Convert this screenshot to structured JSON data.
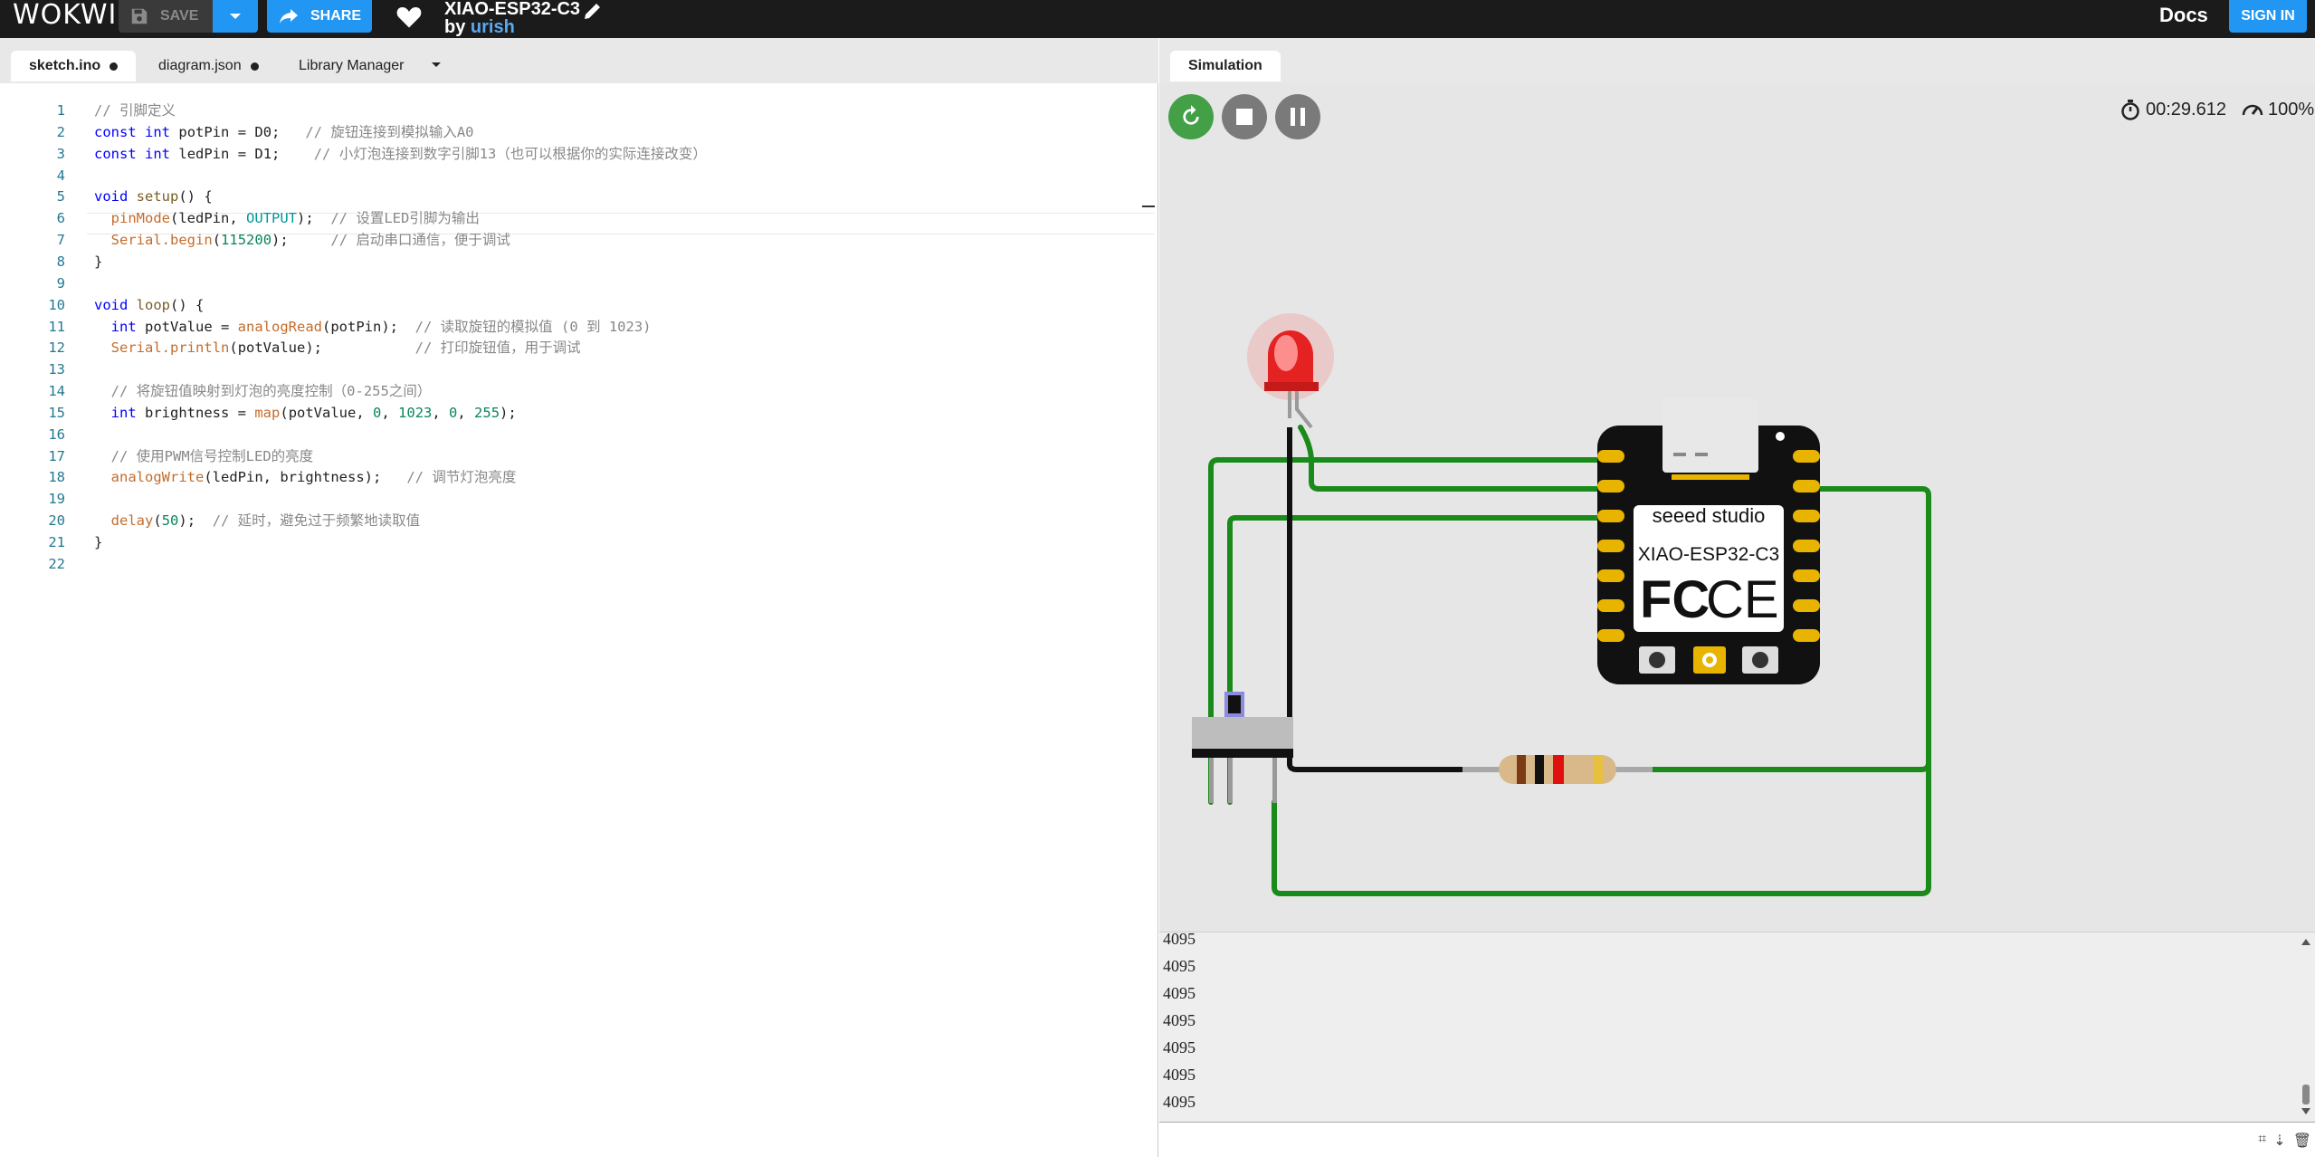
{
  "topbar": {
    "logo": "WOKWI",
    "save_label": "SAVE",
    "share_label": "SHARE",
    "project_title": "XIAO-ESP32-C3",
    "by_label": "by",
    "author": "urish",
    "docs_label": "Docs",
    "signin_label": "SIGN IN"
  },
  "editor": {
    "tabs": [
      {
        "label": "sketch.ino",
        "modified": true,
        "active": true
      },
      {
        "label": "diagram.json",
        "modified": true,
        "active": false
      },
      {
        "label": "Library Manager",
        "active": false
      }
    ],
    "code": [
      "// 引脚定义",
      "const int potPin = D0;   // 旋钮连接到模拟输入A0",
      "const int ledPin = D1;    // 小灯泡连接到数字引脚13（也可以根据你的实际连接改变）",
      "",
      "void setup() {",
      "  pinMode(ledPin, OUTPUT);  // 设置LED引脚为输出",
      "  Serial.begin(115200);     // 启动串口通信，便于调试",
      "}",
      "",
      "void loop() {",
      "  int potValue = analogRead(potPin);  // 读取旋钮的模拟值 (0 到 1023)",
      "  Serial.println(potValue);           // 打印旋钮值，用于调试",
      "",
      "  // 将旋钮值映射到灯泡的亮度控制（0-255之间）",
      "  int brightness = map(potValue, 0, 1023, 0, 255);",
      "",
      "  // 使用PWM信号控制LED的亮度",
      "  analogWrite(ledPin, brightness);   // 调节灯泡亮度",
      "",
      "  delay(50);  // 延时，避免过于频繁地读取值",
      "}",
      ""
    ]
  },
  "simulation": {
    "tab_label": "Simulation",
    "timer": "00:29.612",
    "speed": "100%",
    "board_label": "XIAO-ESP32-C3",
    "board_brand": "seeed studio",
    "colors": {
      "wire": "#1a8a1a",
      "led": "#ff3030",
      "restart": "#4caf50",
      "control": "#7a7a7a"
    }
  },
  "serial": {
    "lines": [
      "4095",
      "4095",
      "4095",
      "4095",
      "4095",
      "4095",
      "4095"
    ]
  }
}
